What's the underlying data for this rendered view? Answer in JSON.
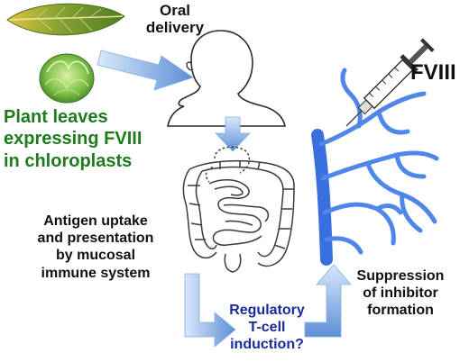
{
  "labels": {
    "oral_delivery": [
      "Oral",
      "delivery"
    ],
    "plant_leaves": [
      "Plant leaves",
      "expressing FVIII",
      "in chloroplasts"
    ],
    "antigen_uptake": [
      "Antigen uptake",
      "and presentation",
      "by mucosal",
      "immune system"
    ],
    "regulatory": [
      "Regulatory",
      "T-cell",
      "induction?"
    ],
    "suppression": [
      "Suppression",
      "of inhibitor",
      "formation"
    ],
    "fviii": "FVIII"
  },
  "colors": {
    "plant_text": "#1e7b1e",
    "regulatory_text": "#1a2a9c",
    "arrow_blue": "#6f9fdc",
    "vessel_blue": "#3a6fe0",
    "leaf_green": "#6f9a2c",
    "leaf_yellow": "#d6b52a",
    "lettuce_green": "#7cbf4b"
  }
}
